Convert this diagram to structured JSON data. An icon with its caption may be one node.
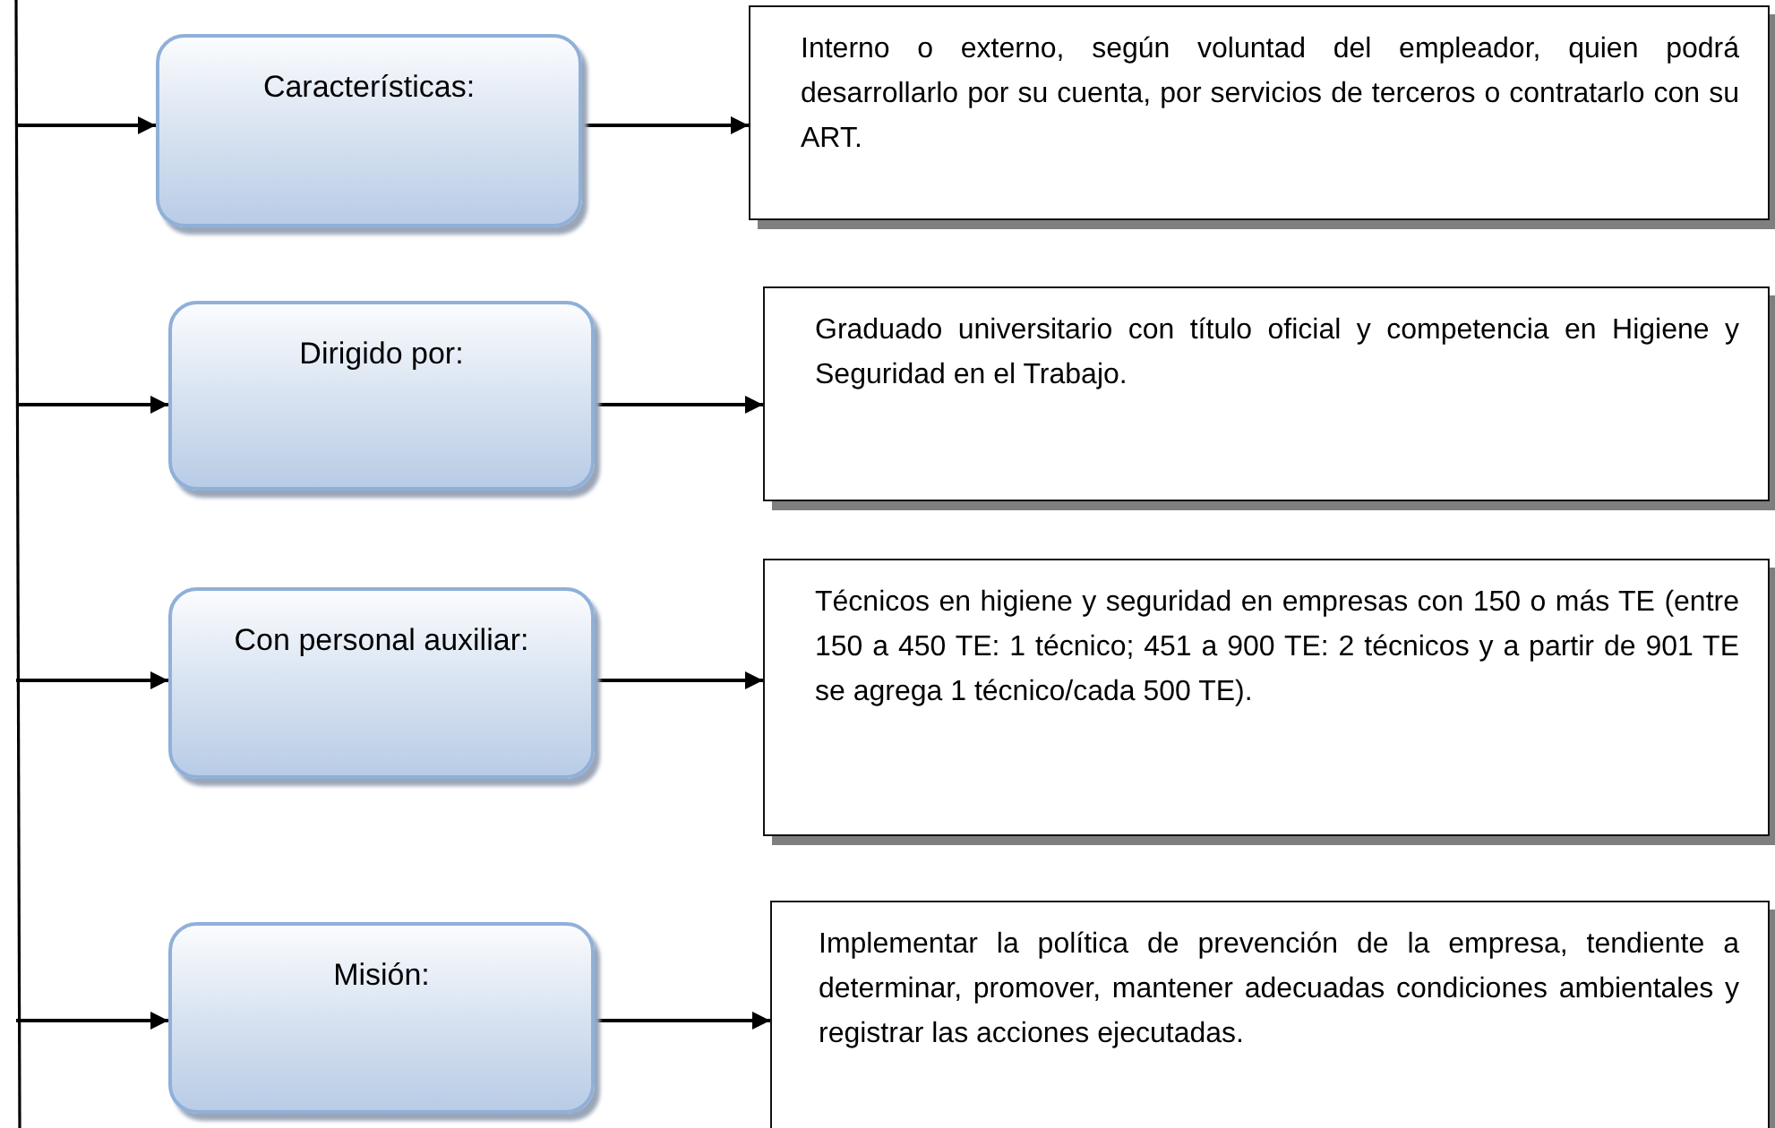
{
  "diagram": {
    "nodes": [
      {
        "text": [
          "Características:"
        ]
      },
      {
        "text": [
          "Interno o externo, según voluntad del empleador, quien podrá desarrollarlo por su cuenta, por servicios de terceros o contratarlo con su ART."
        ]
      },
      {
        "text": [
          "Dirigido por:"
        ]
      },
      {
        "text": [
          "Graduado universitario con título oficial y competencia en Higiene y Seguridad en el Trabajo."
        ]
      },
      {
        "text": [
          "Con personal auxiliar:"
        ]
      },
      {
        "text": [
          "Técnicos en higiene y seguridad en empresas con 150 o más TE (entre 150 a 450 TE: 1 técnico; 451 a 900 TE: 2 técnicos y a partir de 901 TE se agrega 1 técnico/cada 500 TE)."
        ]
      },
      {
        "text": [
          "Misión:"
        ]
      },
      {
        "text": [
          "Implementar la política de prevención de la empresa, tendiente a determinar, promover, mantener adecuadas condiciones ambientales y registrar las acciones ejecutadas."
        ]
      }
    ],
    "edges": [
      {
        "from": null,
        "to": 0,
        "arrow": "to"
      },
      {
        "from": 0,
        "to": 1,
        "arrow": "to"
      },
      {
        "from": null,
        "to": 2,
        "arrow": "to"
      },
      {
        "from": 2,
        "to": 3,
        "arrow": "to"
      },
      {
        "from": null,
        "to": 4,
        "arrow": "to"
      },
      {
        "from": 4,
        "to": 5,
        "arrow": "to"
      },
      {
        "from": null,
        "to": 6,
        "arrow": "to"
      },
      {
        "from": 6,
        "to": 7,
        "arrow": "to"
      }
    ]
  }
}
